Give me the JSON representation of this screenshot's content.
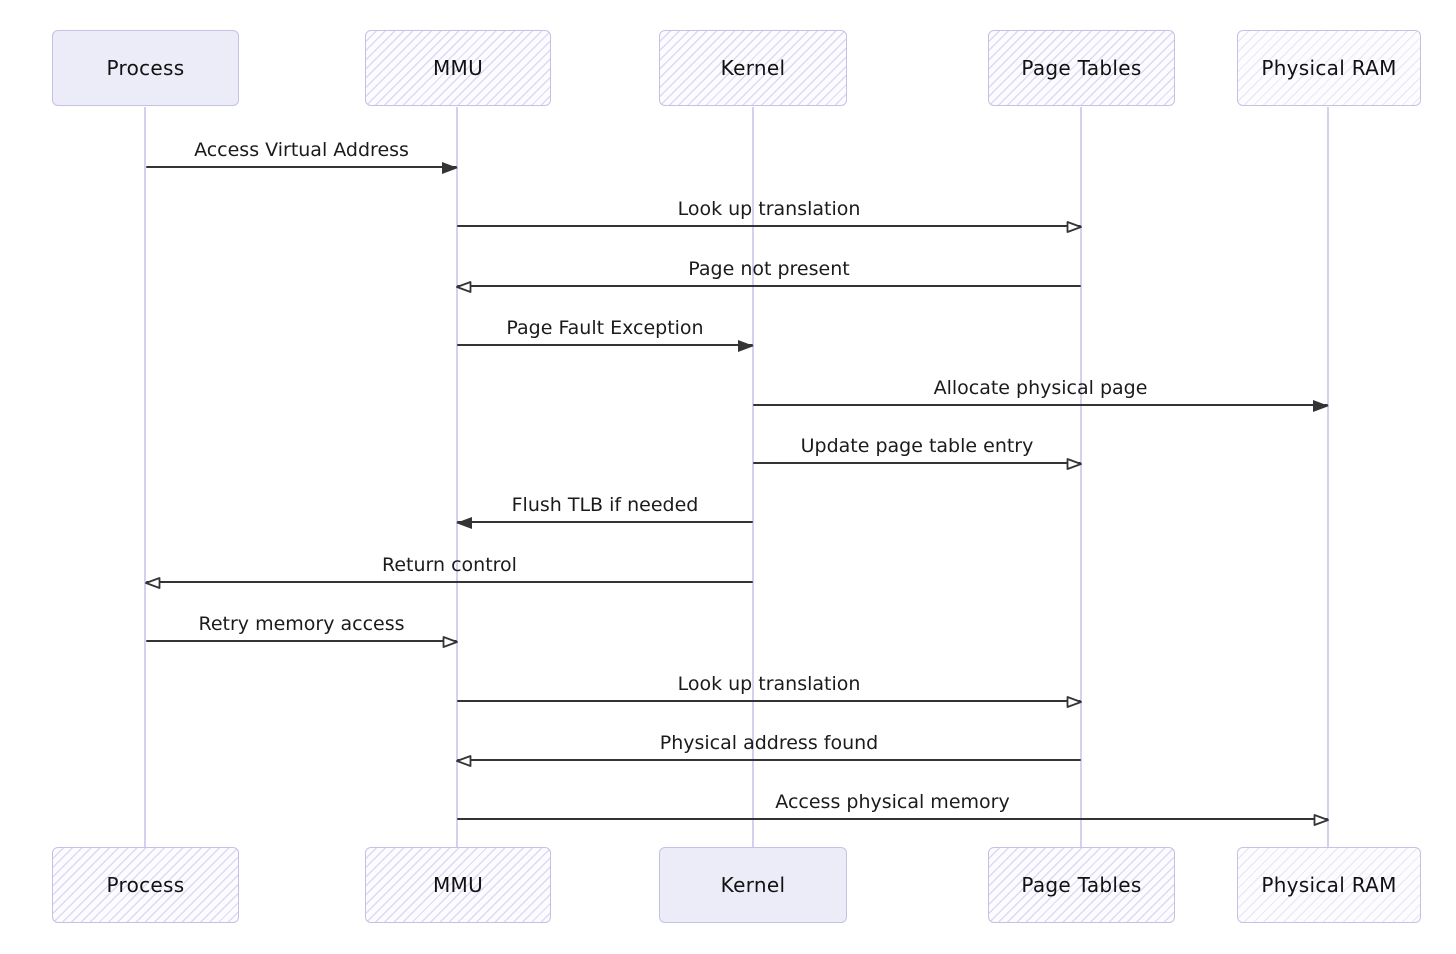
{
  "diagram": {
    "type": "sequence-diagram",
    "actors": [
      {
        "name": "Process"
      },
      {
        "name": "MMU"
      },
      {
        "name": "Kernel"
      },
      {
        "name": "Page Tables"
      },
      {
        "name": "Physical RAM"
      }
    ],
    "messages": [
      {
        "label": "Access Virtual Address",
        "from": "Process",
        "to": "MMU",
        "direction": "right",
        "arrowhead": "filled"
      },
      {
        "label": "Look up translation",
        "from": "MMU",
        "to": "Page Tables",
        "direction": "right",
        "arrowhead": "open"
      },
      {
        "label": "Page not present",
        "from": "Page Tables",
        "to": "MMU",
        "direction": "left",
        "arrowhead": "open"
      },
      {
        "label": "Page Fault Exception",
        "from": "MMU",
        "to": "Kernel",
        "direction": "right",
        "arrowhead": "filled"
      },
      {
        "label": "Allocate physical page",
        "from": "Kernel",
        "to": "Physical RAM",
        "direction": "right",
        "arrowhead": "filled"
      },
      {
        "label": "Update page table entry",
        "from": "Kernel",
        "to": "Page Tables",
        "direction": "right",
        "arrowhead": "open"
      },
      {
        "label": "Flush TLB if needed",
        "from": "Kernel",
        "to": "MMU",
        "direction": "left",
        "arrowhead": "filled"
      },
      {
        "label": "Return control",
        "from": "Kernel",
        "to": "Process",
        "direction": "left",
        "arrowhead": "open"
      },
      {
        "label": "Retry memory access",
        "from": "Process",
        "to": "MMU",
        "direction": "right",
        "arrowhead": "open"
      },
      {
        "label": "Look up translation",
        "from": "MMU",
        "to": "Page Tables",
        "direction": "right",
        "arrowhead": "open"
      },
      {
        "label": "Physical address found",
        "from": "Page Tables",
        "to": "MMU",
        "direction": "left",
        "arrowhead": "open"
      },
      {
        "label": "Access physical memory",
        "from": "MMU",
        "to": "Physical RAM",
        "direction": "right",
        "arrowhead": "open"
      }
    ],
    "colors": {
      "background": "#ffffff",
      "box_fill_solid": "#ececf8",
      "box_hatch_stripe": "#c5bde8",
      "box_border": "#c7c0e5",
      "lifeline": "#d6d0ee",
      "arrow": "#343434",
      "text": "#1b1b1b"
    }
  }
}
